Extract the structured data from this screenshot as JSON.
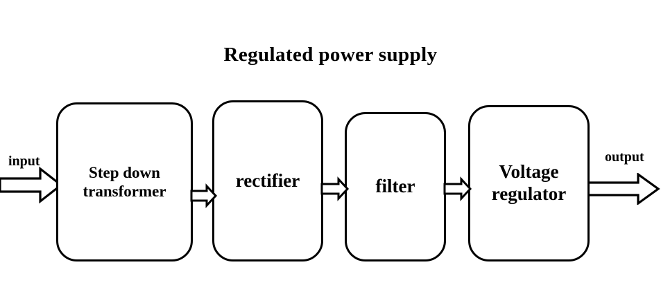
{
  "diagram": {
    "title": "Regulated power supply",
    "type": "block-diagram",
    "background_color": "#ffffff",
    "stroke_color": "#000000",
    "blocks": [
      {
        "id": "step-down-transformer",
        "label": "Step down\ntransformer"
      },
      {
        "id": "rectifier",
        "label": "rectifier"
      },
      {
        "id": "filter",
        "label": "filter"
      },
      {
        "id": "voltage-regulator",
        "label": "Voltage\nregulator"
      }
    ],
    "edge_labels": {
      "input": "input",
      "output": "output"
    },
    "connectors": [
      {
        "from": "input",
        "to": "step-down-transformer",
        "style": "hollow-block-arrow"
      },
      {
        "from": "step-down-transformer",
        "to": "rectifier",
        "style": "hollow-arrow"
      },
      {
        "from": "rectifier",
        "to": "filter",
        "style": "hollow-arrow"
      },
      {
        "from": "filter",
        "to": "voltage-regulator",
        "style": "hollow-arrow"
      },
      {
        "from": "voltage-regulator",
        "to": "output",
        "style": "hollow-block-arrow"
      }
    ]
  }
}
